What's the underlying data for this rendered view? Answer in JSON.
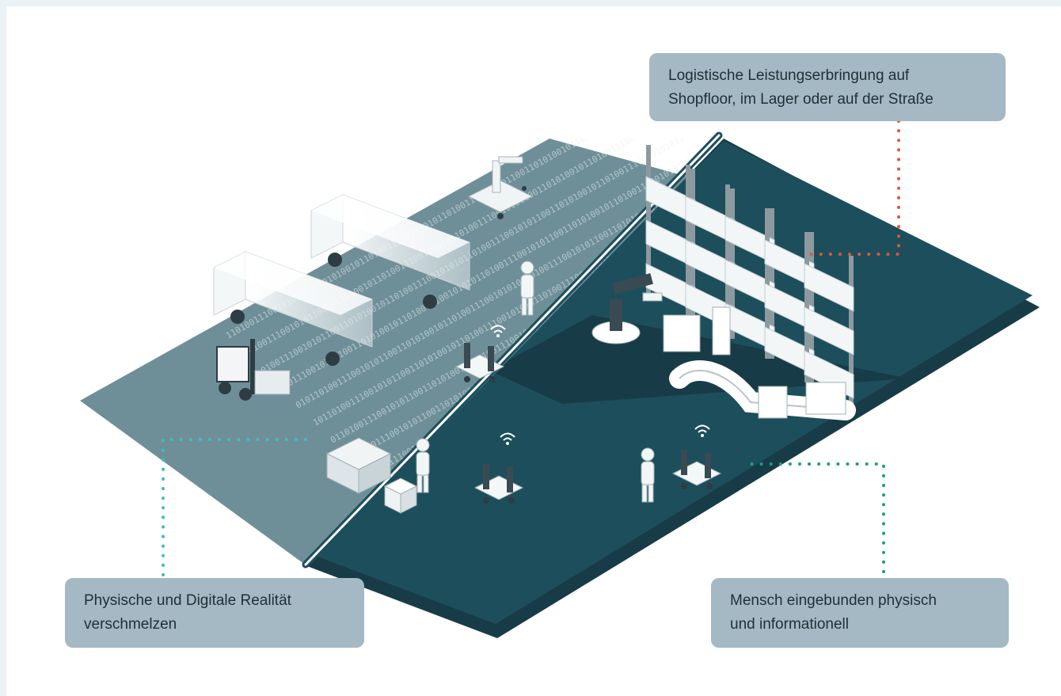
{
  "colors": {
    "page_background": "#e9f3f6",
    "canvas": "#ffffff",
    "floor_dark": "#1d4e5c",
    "floor_shadow": "#173c47",
    "digital_floor": "#6f8f98",
    "callout_fill": "#a4b9c4",
    "connector_red": "#e0553b",
    "connector_cyan": "#3dbcc9",
    "connector_green": "#1aa07b",
    "divider_line": "#1d4e5c"
  },
  "callouts": {
    "top_right": {
      "line1": "Logistische Leistungserbringung auf",
      "line2": "Shopfloor, im Lager oder auf der Straße"
    },
    "bottom_left": {
      "line1": "Physische und Digitale Realität",
      "line2": "verschmelzen"
    },
    "bottom_right": {
      "line1": "Mensch eingebunden physisch",
      "line2": "und informationell"
    }
  },
  "illustration": {
    "binary_text": "0101101001110010101100110101001011010011100101",
    "icons": [
      "truck-icon",
      "forklift-icon",
      "robot-arm-icon",
      "person-icon",
      "agv-robot-icon",
      "shelf-rack-icon",
      "conveyor-icon",
      "wifi-icon"
    ]
  }
}
